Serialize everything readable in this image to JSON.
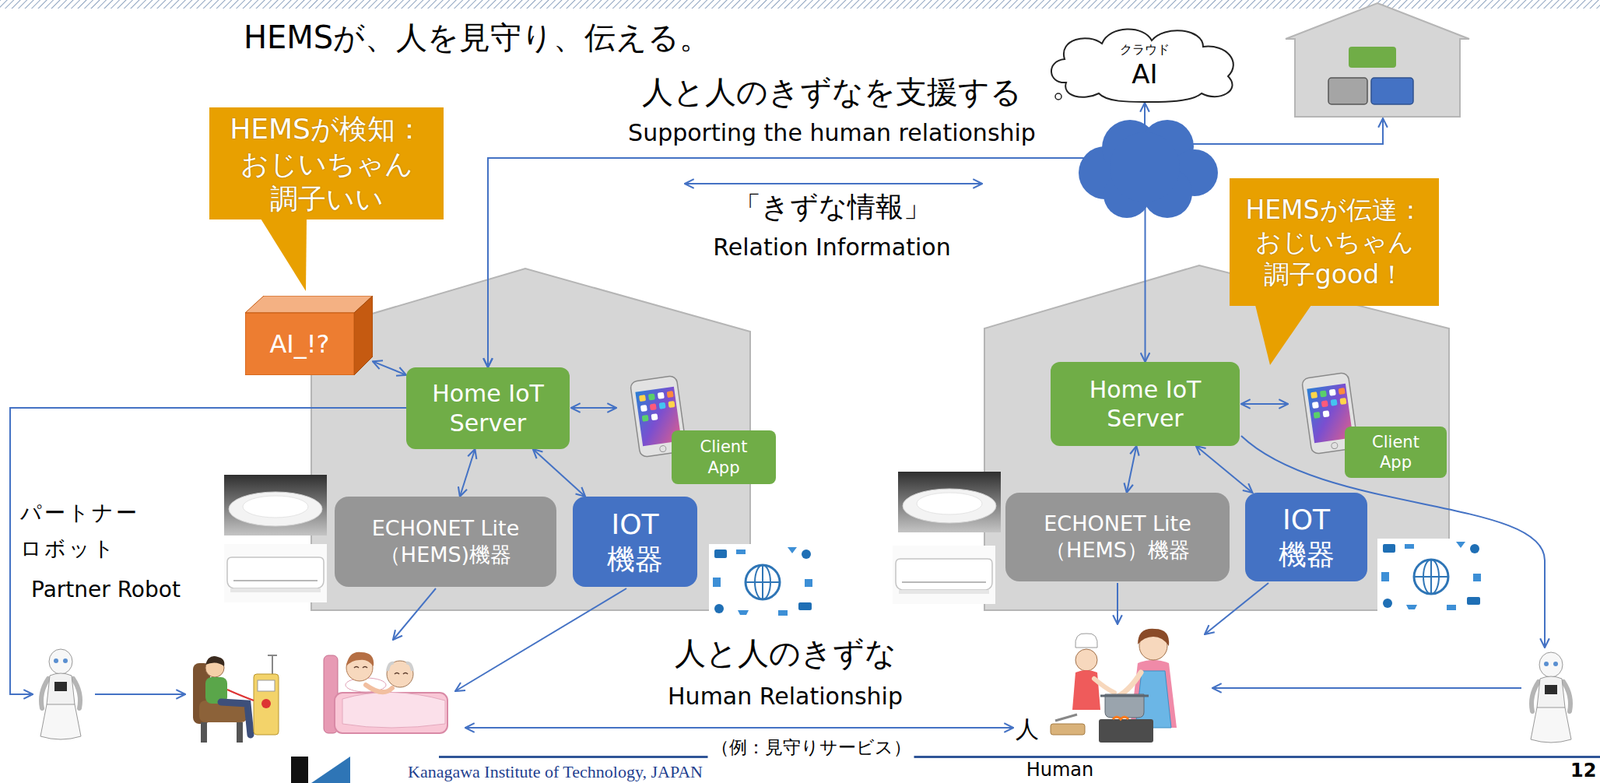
{
  "diagram": {
    "title": "HEMSが、人を見守り、伝える。",
    "nodes": [
      {
        "text": [
          "クラウド",
          "AI"
        ]
      },
      {
        "text": [
          "HEMSが検知： おじいちゃん 調子いい"
        ]
      },
      {
        "text": [
          "HEMSが伝達： おじいちゃん 調子good！"
        ]
      },
      {
        "text": [
          "AI_!?"
        ]
      },
      {
        "text": [
          "Home IoT Server"
        ]
      },
      {
        "text": [
          "Client App"
        ]
      },
      {
        "text": [
          "ECHONET Lite （HEMS)機器"
        ]
      },
      {
        "text": [
          "IOT 機器"
        ]
      },
      {
        "text": [
          "Home IoT Server"
        ]
      },
      {
        "text": [
          "Client App"
        ]
      },
      {
        "text": [
          "ECHONET Lite （HEMS）機器"
        ]
      },
      {
        "text": [
          "IOT 機器"
        ]
      }
    ],
    "edges": [
      {
        "from": 3,
        "to": 4,
        "arrow": "both"
      },
      {
        "from": 4,
        "to": 6,
        "arrow": "both"
      },
      {
        "from": 4,
        "to": 7,
        "arrow": "both"
      },
      {
        "from": 4,
        "to": 0,
        "arrow": "both"
      },
      {
        "from": 4,
        "to": 8,
        "arrow": "both"
      },
      {
        "from": 8,
        "to": 10,
        "arrow": "both"
      },
      {
        "from": 8,
        "to": 11,
        "arrow": "both"
      }
    ],
    "labels": [
      "人と人のきずなを支援する",
      "Supporting the human relationship",
      "「きずな情報」",
      "Relation Information",
      "パートナー ロボット",
      "Partner Robot",
      "人と人のきずな",
      "Human Relationship",
      "（例：見守りサービス）",
      "人",
      "Human",
      "Kanagawa Institute of Technology, JAPAN",
      "12"
    ]
  }
}
